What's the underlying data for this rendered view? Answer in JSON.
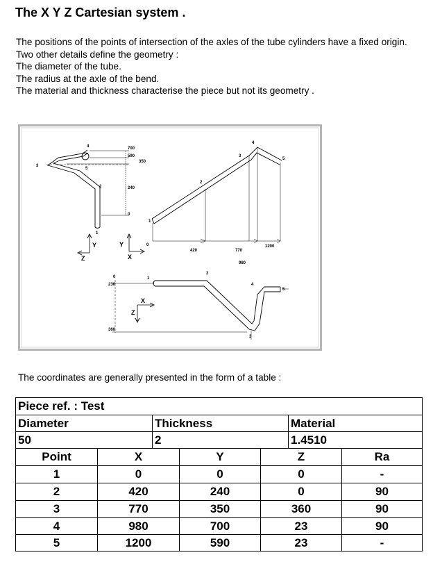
{
  "title": "The X Y Z Cartesian system .",
  "intro": [
    "The positions of the points of intersection of the axles of the tube cylinders have a fixed origin.",
    "Two other details define the geometry :",
    "The diameter of the tube.",
    "The radius at the axle of the bend.",
    "The material and thickness characterise the piece but not its geometry ."
  ],
  "figure": {
    "top_view": {
      "labels": {
        "p1": "1",
        "p2": "2",
        "p3": "3",
        "p4": "4",
        "p5": "5"
      },
      "dims": {
        "d700": "700",
        "d590": "590",
        "d350": "350",
        "d240": "240",
        "d0": "0"
      },
      "axes": {
        "y": "Y",
        "z": "Z"
      }
    },
    "side_view": {
      "labels": {
        "p1": "1",
        "p2": "2",
        "p3": "3",
        "p4": "4",
        "p5": "5"
      },
      "axes": {
        "y": "Y",
        "x": "X"
      },
      "dims": {
        "d0": "0",
        "d420": "420",
        "d770": "770",
        "d980": "980",
        "d1200": "1200"
      }
    },
    "plan_view": {
      "labels": {
        "p1": "1",
        "p2": "2",
        "p3": "3",
        "p4": "4",
        "p5": "5"
      },
      "axes": {
        "x": "X",
        "z": "Z"
      },
      "dims": {
        "d0": "0",
        "d230": "230",
        "d360": "360"
      }
    }
  },
  "caption": "The coordinates are generally presented in the form of a table :",
  "table": {
    "piece_ref": "Piece ref. : Test",
    "diameter_label": "Diameter",
    "thickness_label": "Thickness",
    "material_label": "Material",
    "diameter_value": "50",
    "thickness_value": "2",
    "material_value": "1.4510",
    "headers": [
      "Point",
      "X",
      "Y",
      "Z",
      "Ra"
    ],
    "rows": [
      [
        "1",
        "0",
        "0",
        "0",
        "-"
      ],
      [
        "2",
        "420",
        "240",
        "0",
        "90"
      ],
      [
        "3",
        "770",
        "350",
        "360",
        "90"
      ],
      [
        "4",
        "980",
        "700",
        "23",
        "90"
      ],
      [
        "5",
        "1200",
        "590",
        "23",
        "-"
      ]
    ]
  }
}
